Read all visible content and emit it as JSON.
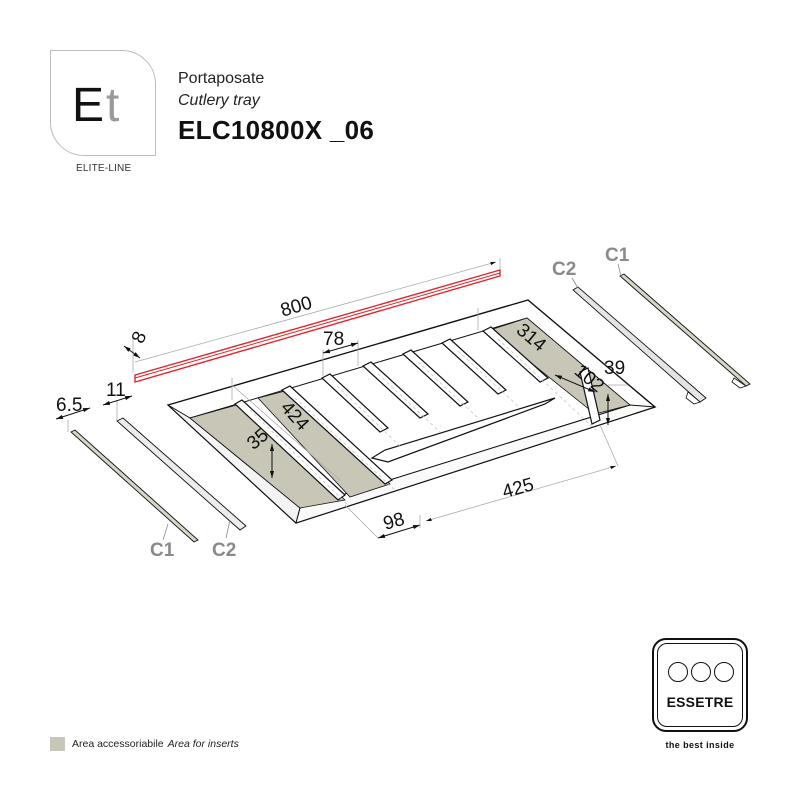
{
  "header": {
    "logo": {
      "letter_primary": "E",
      "letter_secondary": "t",
      "caption": "ELITE-LINE"
    },
    "title_it": "Portaposate",
    "title_en": "Cutlery tray",
    "product_code": "ELC10800X _06"
  },
  "drawing": {
    "dimensions": {
      "length": "800",
      "thickness": "8",
      "divider_spacing": "78",
      "side_depth": "314",
      "compartment_width": "102",
      "wall_height": "39",
      "left_compartment_depth": "424",
      "divider_height": "35",
      "front_compartment_width": "98",
      "front_compartment_length": "425",
      "profile_c1_width": "6.5",
      "profile_c2_width": "11"
    },
    "parts": {
      "c1_left": "C1",
      "c2_left": "C2",
      "c1_right": "C1",
      "c2_right": "C2"
    },
    "colors": {
      "insert_area": "#c8c6b6",
      "highlight_bar": "#e0262b",
      "line": "#111111",
      "part_label": "#8a8a8a"
    }
  },
  "legend": {
    "label_it": "Area accessoriabile",
    "label_en": "Area for inserts",
    "swatch_color": "#c8c6b6"
  },
  "brand": {
    "name": "ESSETRE",
    "tagline": "the best inside"
  }
}
